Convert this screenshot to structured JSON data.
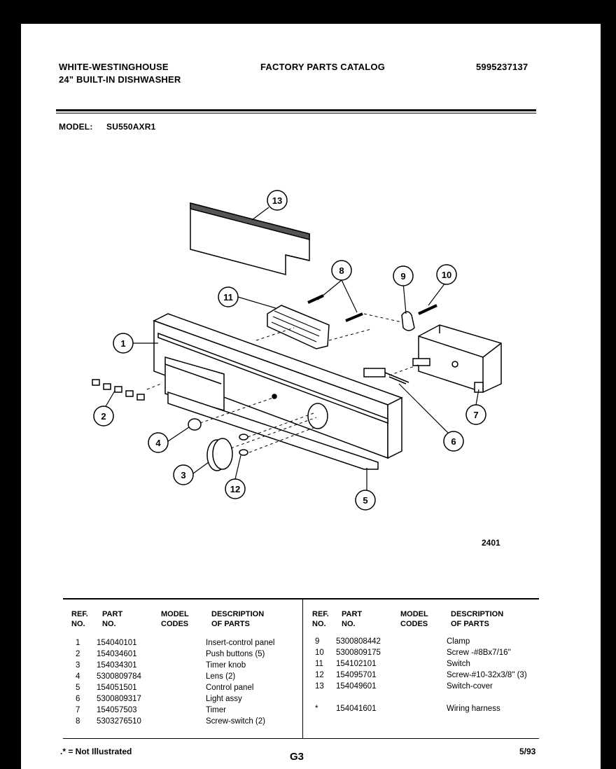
{
  "header": {
    "brand": "WHITE-WESTINGHOUSE",
    "product": "24\" BUILT-IN DISHWASHER",
    "catalog": "FACTORY PARTS CATALOG",
    "catalog_number": "5995237137",
    "model_label": "MODEL:",
    "model_value": "SU550AXR1"
  },
  "diagram": {
    "figure_number": "2401",
    "callouts": [
      "1",
      "2",
      "3",
      "4",
      "5",
      "6",
      "7",
      "8",
      "9",
      "10",
      "11",
      "12",
      "13"
    ]
  },
  "table": {
    "headers": {
      "ref_1": "REF.",
      "ref_2": "NO.",
      "part_1": "PART",
      "part_2": "NO.",
      "model_1": "MODEL",
      "model_2": "CODES",
      "desc_1": "DESCRIPTION",
      "desc_2": "OF PARTS"
    },
    "left_rows": [
      {
        "ref": "1",
        "part": "154040101",
        "desc": "Insert-control panel"
      },
      {
        "ref": "2",
        "part": "154034601",
        "desc": "Push buttons (5)"
      },
      {
        "ref": "3",
        "part": "154034301",
        "desc": "Timer knob"
      },
      {
        "ref": "4",
        "part": "5300809784",
        "desc": "Lens (2)"
      },
      {
        "ref": "5",
        "part": "154051501",
        "desc": "Control panel"
      },
      {
        "ref": "6",
        "part": "5300809317",
        "desc": "Light assy"
      },
      {
        "ref": "7",
        "part": "154057503",
        "desc": "Timer"
      },
      {
        "ref": "8",
        "part": "5303276510",
        "desc": "Screw-switch (2)"
      }
    ],
    "right_rows": [
      {
        "ref": "9",
        "part": "5300808442",
        "desc": "Clamp"
      },
      {
        "ref": "10",
        "part": "5300809175",
        "desc": "Screw -#8Bx7/16\""
      },
      {
        "ref": "11",
        "part": "154102101",
        "desc": "Switch"
      },
      {
        "ref": "12",
        "part": "154095701",
        "desc": "Screw-#10-32x3/8\" (3)"
      },
      {
        "ref": "13",
        "part": "154049601",
        "desc": "Switch-cover"
      },
      {
        "ref": "*",
        "part": "154041601",
        "desc": "Wiring harness"
      }
    ]
  },
  "footer": {
    "note": ".* = Not Illustrated",
    "page": "G3",
    "date": "5/93"
  }
}
